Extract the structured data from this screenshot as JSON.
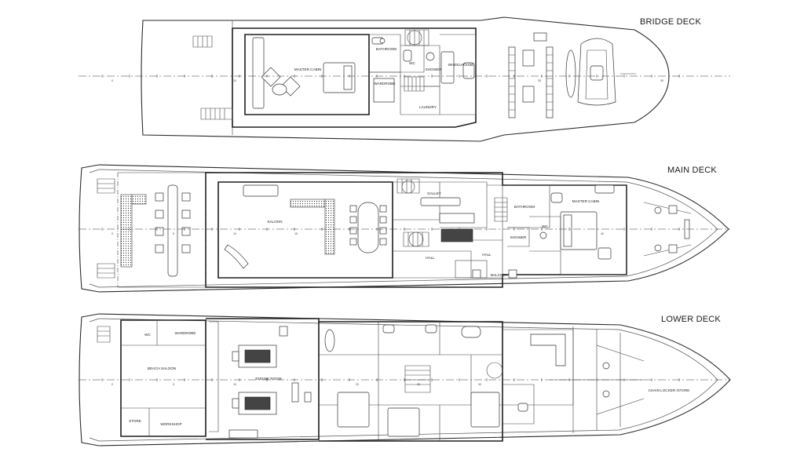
{
  "decks": {
    "bridge": {
      "title": "BRIDGE DECK",
      "rooms": {
        "master_cabin": "MASTER CABIN",
        "bathroom": "BATHROOM",
        "wardrobe": "WARDROBE",
        "wc": "WC",
        "shower": "SHOWER",
        "laundry": "LAUNDRY",
        "wheelhouse": "WHEELHOUSE"
      }
    },
    "main": {
      "title": "MAIN DECK",
      "rooms": {
        "saloon": "SALOON",
        "galley": "GALLEY",
        "hall_1": "HALL",
        "hall_2": "HALL",
        "balcony": "BALCONY",
        "bathroom": "BATHROOM",
        "shower": "SHOWER",
        "wc": "WC",
        "master_cabin": "MASTER CABIN"
      }
    },
    "lower": {
      "title": "LOWER DECK",
      "rooms": {
        "wc": "WC",
        "wardrobe": "WARDROBE",
        "beach_saloon": "BEACH SALOON",
        "store": "STORE",
        "workshop": "WORKSHOP",
        "engine_room": "ENGINE ROOM",
        "chain_locker": "CHAIN LOCKER /STORE"
      }
    }
  },
  "frame_ticks": {
    "t0": "0",
    "t5": "5",
    "t10": "10",
    "t15": "15",
    "t20": "20",
    "t25": "25",
    "t30": "30",
    "t35": "35",
    "t40": "40",
    "t45": "45"
  }
}
